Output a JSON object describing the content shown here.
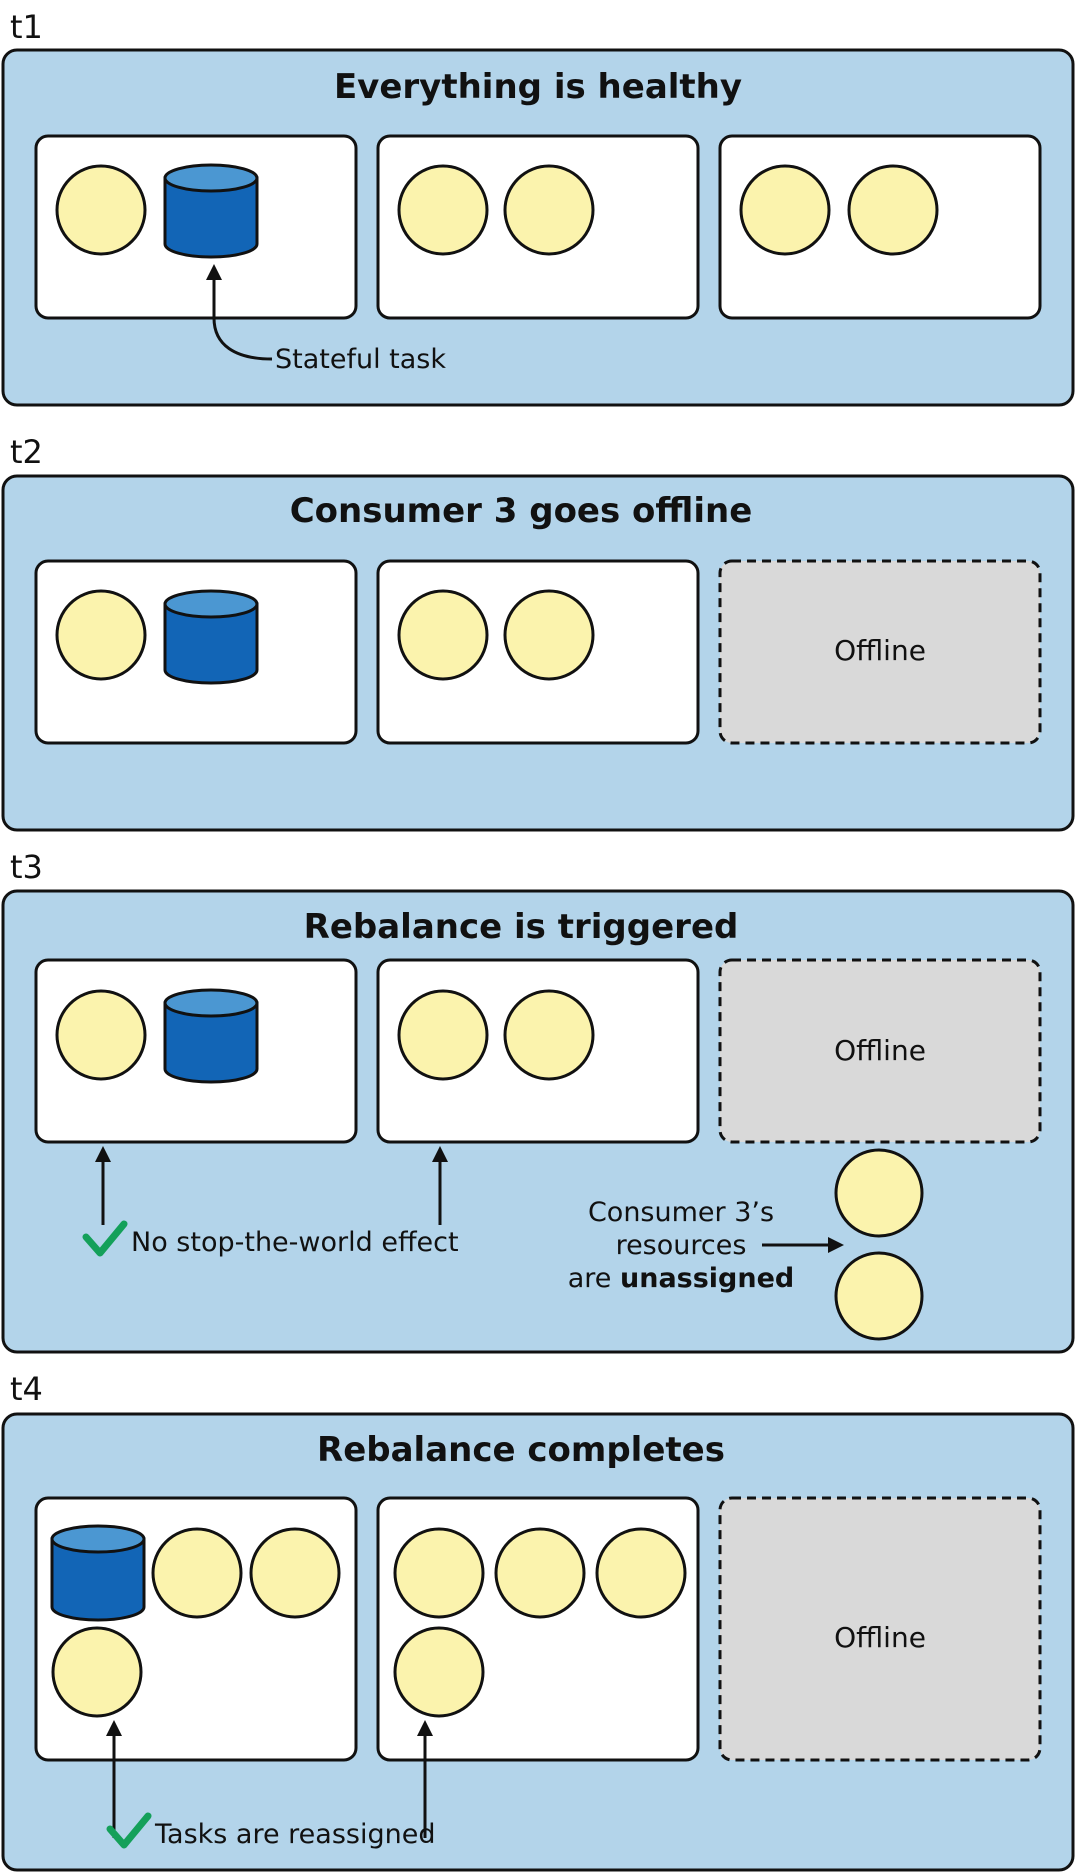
{
  "colors": {
    "panel_bg": "#b3d4ea",
    "consumer_bg": "#ffffff",
    "offline_bg": "#d9d9d9",
    "task": "#fbf3ad",
    "store_body": "#1265b6",
    "store_top": "#4b97d2",
    "check": "#14a05a",
    "outline": "#111111"
  },
  "icons": [
    "task-circle",
    "state-store-cylinder",
    "check-icon",
    "arrow-icon"
  ],
  "panels": [
    {
      "label": "t1",
      "title": "Everything is healthy",
      "annotation": "Stateful task"
    },
    {
      "label": "t2",
      "title": "Consumer 3 goes offline",
      "offline_label": "Offline"
    },
    {
      "label": "t3",
      "title": "Rebalance is triggered",
      "offline_label": "Offline",
      "note_left": "No stop-the-world effect",
      "note_right": {
        "line1": "Consumer 3’s",
        "line2": "resources",
        "line3_prefix": "are ",
        "line3_bold": "unassigned"
      }
    },
    {
      "label": "t4",
      "title": "Rebalance completes",
      "offline_label": "Offline",
      "note_left": "Tasks are reassigned"
    }
  ]
}
